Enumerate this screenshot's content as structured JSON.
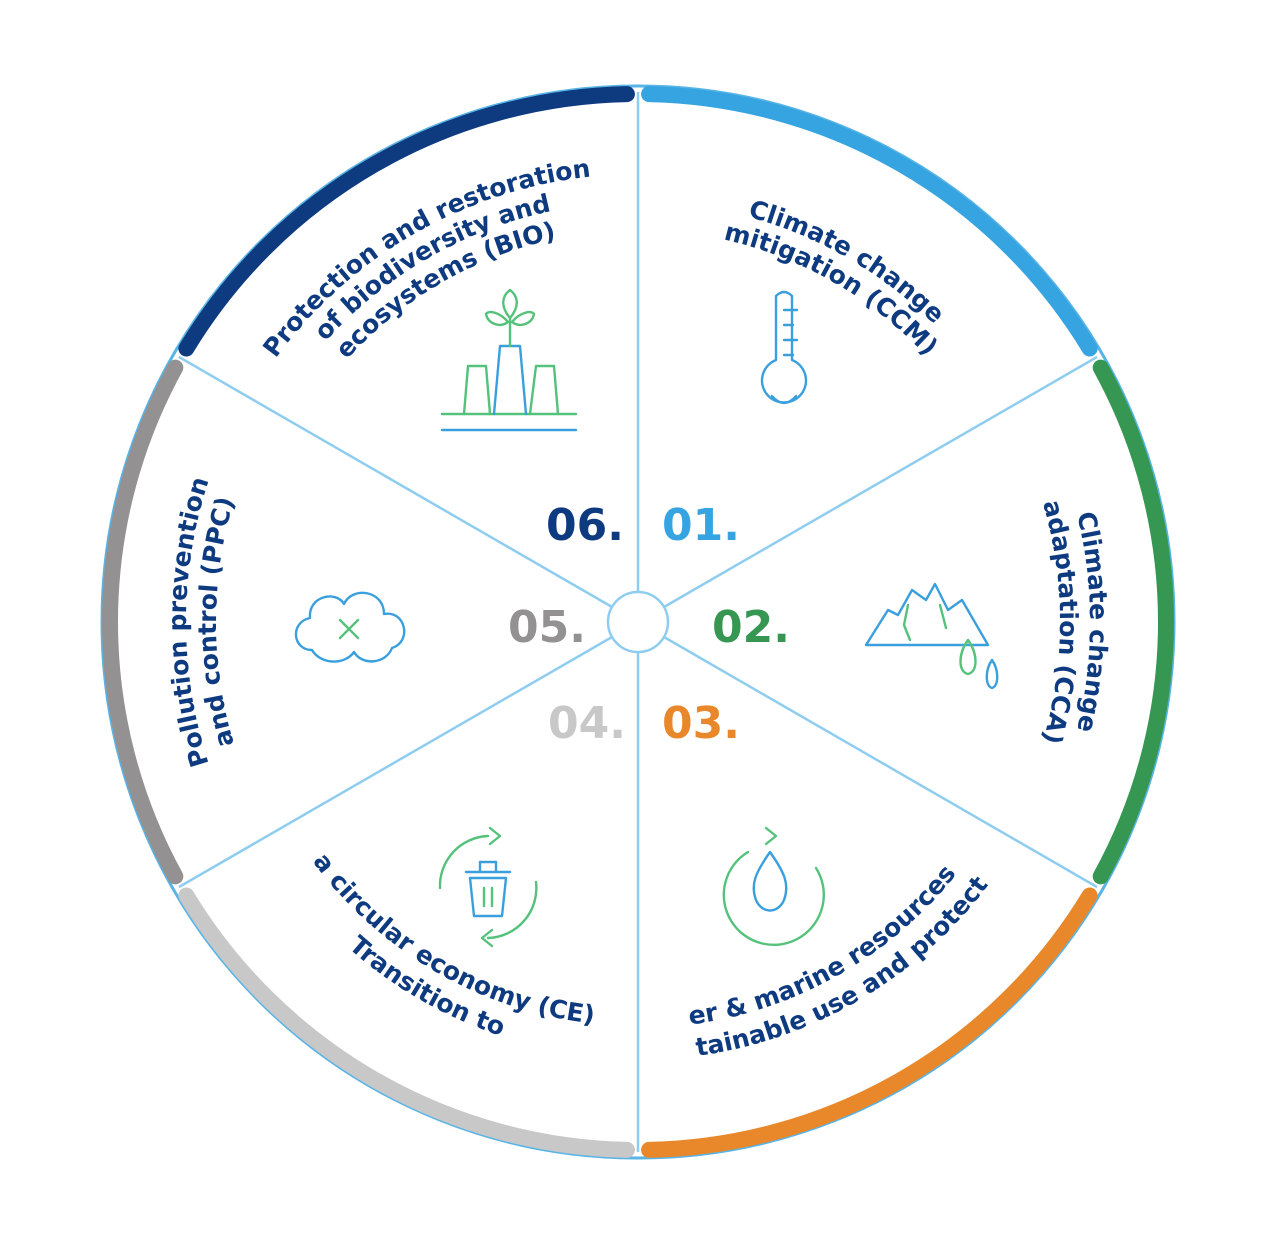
{
  "segments": [
    {
      "number": "01.",
      "label_lines": [
        "Climate change",
        "mitigation (CCM)"
      ],
      "color": "#35a4e0",
      "icon": "thermometer-icon"
    },
    {
      "number": "02.",
      "label_lines": [
        "Climate change",
        "adaptation (CCA)"
      ],
      "color": "#359751",
      "icon": "melting-glacier-icon"
    },
    {
      "number": "03.",
      "label_lines": [
        "Sustainable use and protection",
        "of water & marine resources (WTR)"
      ],
      "color": "#e8882a",
      "icon": "water-cycle-icon"
    },
    {
      "number": "04.",
      "label_lines": [
        "Transition to",
        "a circular economy (CE)"
      ],
      "color": "#c8c8c8",
      "icon": "recycle-bin-icon"
    },
    {
      "number": "05.",
      "label_lines": [
        "Pollution prevention",
        "and control (PPC)"
      ],
      "color": "#939191",
      "icon": "polluted-cloud-icon"
    },
    {
      "number": "06.",
      "label_lines": [
        "Protection and restoration",
        "of biodiversity and",
        "ecosystems (BIO)"
      ],
      "color": "#0e3a80",
      "icon": "biodiversity-plant-icon"
    }
  ],
  "colors": {
    "label_text": "#0e3a80",
    "divider": "#8ecdf0",
    "outline": "#59b4e6",
    "icon_blue": "#3aa0dd",
    "icon_green": "#54c27a"
  }
}
